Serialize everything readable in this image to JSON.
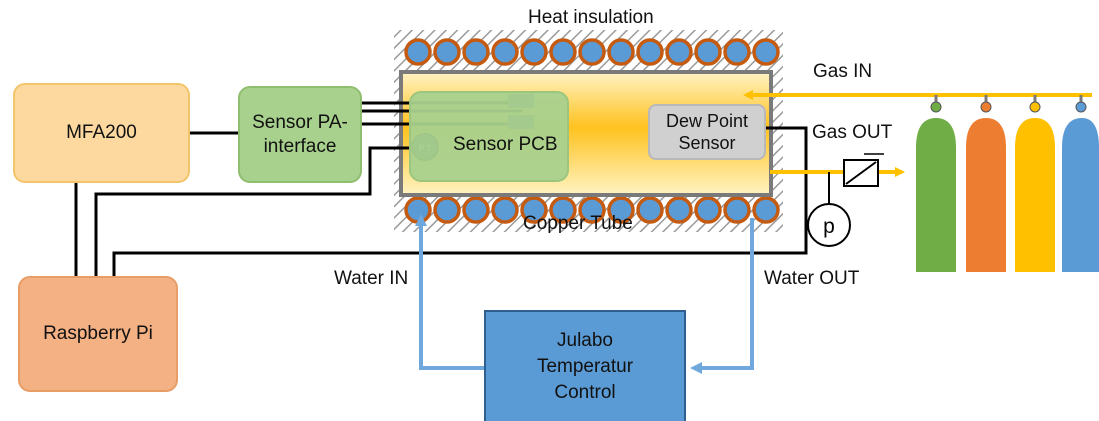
{
  "labels": {
    "heat_insulation": "Heat insulation",
    "copper_tube": "Copper Tube",
    "gas_in": "Gas IN",
    "gas_out": "Gas OUT",
    "water_in": "Water IN",
    "water_out": "Water OUT",
    "pressure_gauge": "p",
    "pt_sensor": "P T"
  },
  "blocks": {
    "mfa200": "MFA200",
    "sensor_pa_interface": "Sensor PA-interface",
    "raspberry_pi": "Raspberry Pi",
    "sensor_pcb": "Sensor PCB",
    "dew_point_sensor": "Dew Point Sensor",
    "julabo": "Julabo Temperatur Control"
  },
  "colors": {
    "mfa200": "#fdd9a0",
    "sensor_interface": "#a9d18e",
    "raspberry_pi": "#f4b183",
    "chamber": "#ffd54f",
    "julabo": "#5b9bd5",
    "water_line": "#6fa8dc",
    "gas_line": "#ffc000",
    "copper": "#c55a11",
    "tube_fill": "#5b9bd5",
    "gas_bottles": [
      "#70ad47",
      "#ed7d31",
      "#ffc000",
      "#5b9bd5"
    ]
  }
}
